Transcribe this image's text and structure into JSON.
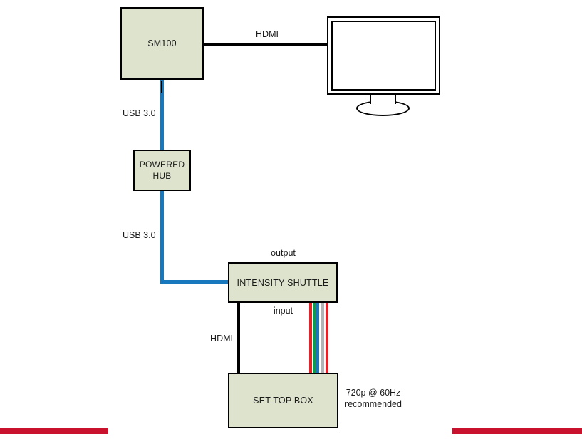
{
  "nodes": {
    "sm100": {
      "label": "SM100"
    },
    "powered_hub": {
      "label": "POWERED HUB"
    },
    "intensity_shuttle": {
      "label": "INTENSITY SHUTTLE"
    },
    "set_top_box": {
      "label": "SET TOP BOX"
    }
  },
  "labels": {
    "hdmi_top": "HDMI",
    "usb_upper": "USB 3.0",
    "usb_lower": "USB 3.0",
    "output": "output",
    "input": "input",
    "hdmi_lower": "HDMI",
    "recommend_line1": "720p @ 60Hz",
    "recommend_line2": "recommended"
  },
  "connections": [
    {
      "from": "SM100",
      "to": "Monitor",
      "type": "HDMI",
      "color": "#000000"
    },
    {
      "from": "SM100",
      "to": "POWERED HUB",
      "type": "USB 3.0",
      "color": "#1878be"
    },
    {
      "from": "POWERED HUB",
      "to": "INTENSITY SHUTTLE",
      "type": "USB 3.0",
      "color": "#1878be"
    },
    {
      "from": "INTENSITY SHUTTLE input",
      "to": "SET TOP BOX",
      "type": "HDMI",
      "color": "#000000"
    },
    {
      "from": "INTENSITY SHUTTLE input",
      "to": "SET TOP BOX",
      "type": "component-cables",
      "colors": [
        "#ee1c25",
        "#00a14d",
        "#1878be",
        "#b2b2b5",
        "#ee1c25"
      ]
    }
  ],
  "colors": {
    "node_fill": "#dde3cd",
    "node_border": "#000000",
    "usb_blue": "#1878be",
    "cable_red": "#ee1c25",
    "cable_green": "#00a14d",
    "cable_blue": "#1878be",
    "cable_gray": "#b2b2b5",
    "accent_bar_red": "#c9122e",
    "background": "#ffffff"
  }
}
